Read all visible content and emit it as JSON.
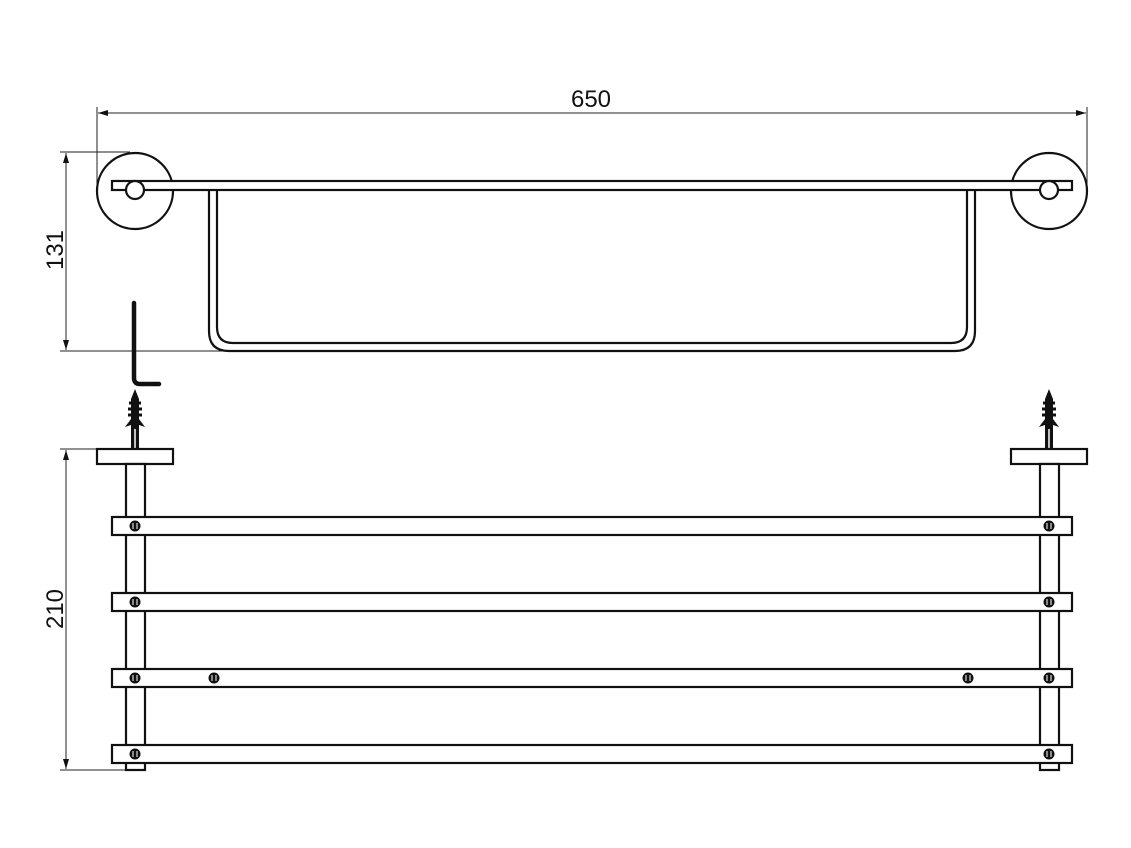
{
  "dimensions": {
    "width_label": "650",
    "depth_label": "131",
    "height_label": "210"
  },
  "colors": {
    "line": "#111111",
    "background": "#ffffff"
  }
}
